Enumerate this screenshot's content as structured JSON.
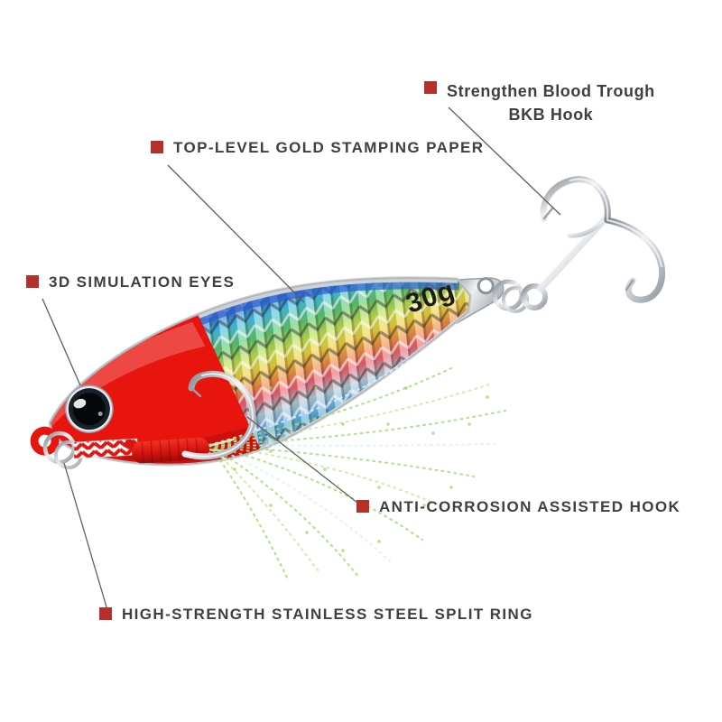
{
  "image_type": "annotated fishing-lure product infographic",
  "product": {
    "description": "red-head holographic metal jig lure with assist hook and treble hook",
    "weight_label": "30g"
  },
  "callouts": {
    "bkb_hook": {
      "line1": "Strengthen Blood Trough",
      "line2": "BKB Hook"
    },
    "gold_paper": {
      "label": "TOP-LEVEL GOLD STAMPING PAPER"
    },
    "eyes": {
      "label": "3D SIMULATION EYES"
    },
    "assist_hook": {
      "label": "ANTI-CORROSION ASSISTED HOOK"
    },
    "split_ring": {
      "label": "HIGH-STRENGTH STAINLESS STEEL SPLIT RING"
    }
  },
  "colors": {
    "background": "#ffffff",
    "bullet_red": "#b5302a",
    "label_text": "#3f3f3f",
    "leader_line": "#606060",
    "head_red": "#e8150f",
    "braid_red": "#e01712",
    "wrap_red": "#c80f0c",
    "tinsel_green": "#9fdf6f",
    "hook_silver": "#aab1b8",
    "holo_blue": "#2f62c8",
    "holo_cyan": "#3fc2e8"
  }
}
